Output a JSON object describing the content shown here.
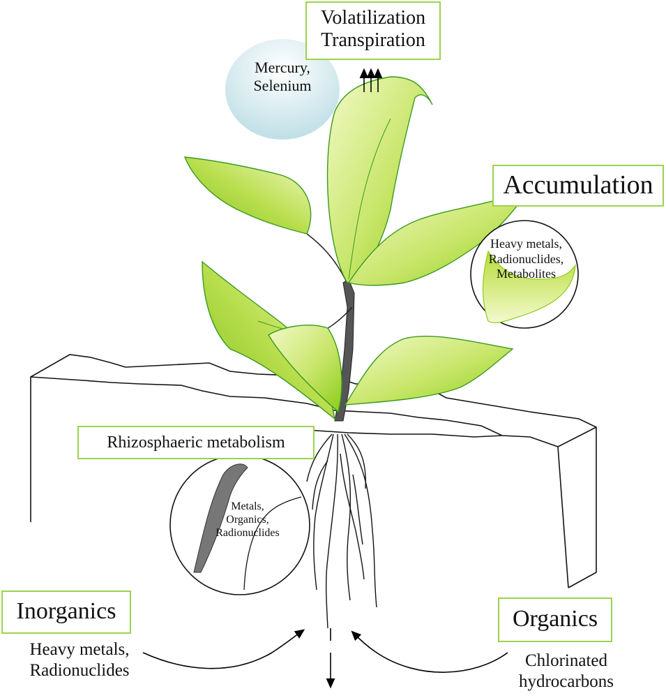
{
  "processes": {
    "volatilization": "Volatilization",
    "transpiration": "Transpiration",
    "accumulation": "Accumulation",
    "rhizosphaeric": "Rhizosphaeric metabolism"
  },
  "callouts": {
    "volatile": [
      "Mercury,",
      "Selenium"
    ],
    "leaf": [
      "Heavy metals,",
      "Radionuclides,",
      "Metabolites"
    ],
    "root": [
      "Metals,",
      "Organics,",
      "Radionuclides"
    ]
  },
  "sources": {
    "inorganics": {
      "title": "Inorganics",
      "items": [
        "Heavy metals,",
        "Radionuclides"
      ]
    },
    "organics": {
      "title": "Organics",
      "items": [
        "Chlorinated",
        "hydrocarbons"
      ]
    }
  },
  "colors": {
    "box_border": "#9bd34a",
    "leaf_green": "#8ccc1a",
    "leaf_light": "#eaf5b8",
    "stem": "#555555",
    "volatile_bubble": "#cfe6ec"
  }
}
